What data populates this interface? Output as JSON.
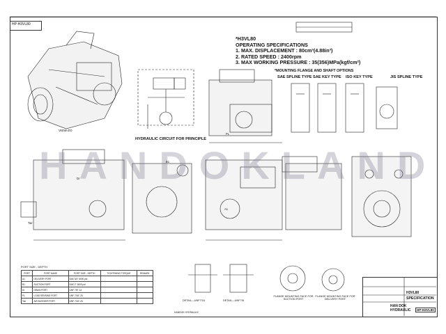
{
  "document": {
    "drawing_tag": "HP-H3VL80",
    "specs": {
      "model_heading": "*H3VL80",
      "section_title": "OPERATING SPECIFICATIONS",
      "lines": [
        "1. MAX. DISPLACEMENT : 80cm³(4.88in³)",
        "2. RATED SPEED : 2400rpm",
        "3. MAX WORKING PRESSURE : 35(356)MPa(kgf/cm²)"
      ]
    },
    "mounting_options": {
      "title": "*MOUNTING FLANGE AND SHAFT OPTIONS",
      "options": [
        "SAE SPLINE TYPE",
        "SAE KEY TYPE",
        "ISO KEY TYPE",
        "JIS SPLINE TYPE"
      ]
    },
    "view_label": "VIEW-ZO",
    "circuit_title": "HYDRAULIC CIRCUIT FOR PRINCIPLE",
    "watermark": "HANDOKLAND",
    "port_size_title": "PORT SIZE - DEPTH",
    "port_table": {
      "headers": [
        "PORT",
        "PORT NAME",
        "PORT SIZE - DEPTH",
        "TIGHTENING TORQUE",
        "REMARK"
      ],
      "rows": [
        [
          "A1",
          "DELIVERY PORT",
          "SAE 3/4\" 6000 psi",
          "",
          ""
        ],
        [
          "B1",
          "SUCTION PORT",
          "SAE 2\" 3000 psi",
          "",
          ""
        ],
        [
          "Dr",
          "DRAIN PORT",
          "UNF 7/8\"-14",
          "",
          ""
        ],
        [
          "PL",
          "LOAD SENSING PORT",
          "UNF 7/16\"-20",
          "",
          ""
        ],
        [
          "Tair",
          "AIR BLEEDER PORT",
          "UNF 7/16\"-20",
          "",
          ""
        ]
      ]
    },
    "title_block": {
      "model": "H3VL80",
      "label": "SPECIFICATION",
      "company_line1": "HAN DOK",
      "company_line2": "HYDRAULIC",
      "doc_no": "HP-H3VL80"
    },
    "detail_captions": [
      "DETAIL—UNF7/16",
      "DETAIL—UNF7/8",
      "FLANGE MOUNTING FACE FOR SUCTION PORT",
      "FLANGE MOUNTING FACE FOR DELIVERY PORT"
    ],
    "port_labels": [
      "A1",
      "B1",
      "Dr",
      "PL",
      "Tair"
    ],
    "footer": "HANDOK HYDRAULIC"
  }
}
